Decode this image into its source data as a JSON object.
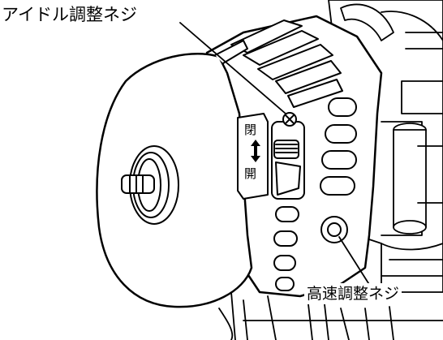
{
  "labels": {
    "idle_screw": "アイドル調整ネジ",
    "high_speed_screw": "高速調整ネジ",
    "close": "閉",
    "open": "開"
  },
  "icons": {
    "adjust_direction": "up-down-arrow-icon"
  }
}
